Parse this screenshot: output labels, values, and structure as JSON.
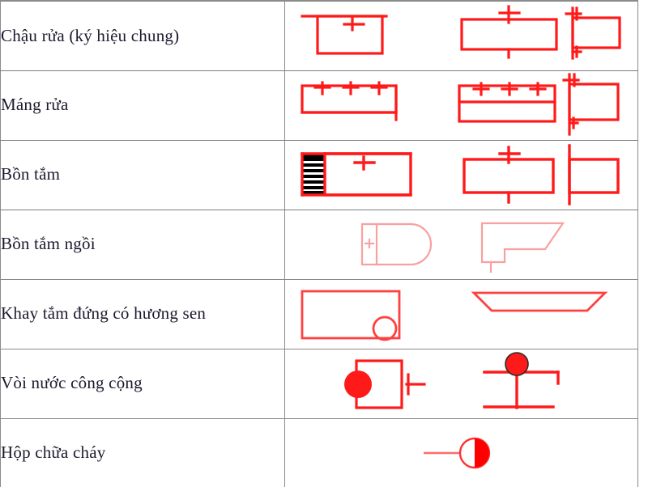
{
  "document": {
    "title": "Bảng ký hiệu thiết bị vệ sinh",
    "language": "vi",
    "colors": {
      "symbol_red": "#FF1A1A",
      "symbol_red_light": "#F9A0A0",
      "hatch_black": "#000000",
      "border_gray": "#8A8A8A",
      "text": "#1A1A2E",
      "background": "#FFFFFF"
    }
  },
  "table": {
    "column_count": 2,
    "row_count": 7,
    "rows": [
      {
        "index": 1,
        "label": "Chậu rửa (ký hiệu chung)",
        "symbol_name": "wash-basin-symbol",
        "views": [
          "plan",
          "elevation",
          "side"
        ],
        "description": "Ba hình chiếu hình chữ nhật màu đỏ với dấu cộng biểu thị vòi nước"
      },
      {
        "index": 2,
        "label": "Máng rửa",
        "symbol_name": "wash-trough-symbol",
        "views": [
          "plan",
          "elevation",
          "side"
        ],
        "description": "Hình chữ nhật dài với ba dấu cộng biểu thị ba vòi nước"
      },
      {
        "index": 3,
        "label": "Bồn tắm",
        "symbol_name": "bathtub-symbol",
        "views": [
          "plan",
          "elevation",
          "side"
        ],
        "description": "Hình chữ nhật có phần gạch sọc đen ở đầu trái, dấu cộng vòi nước"
      },
      {
        "index": 4,
        "label": "Bồn tắm ngồi",
        "symbol_name": "sitz-bath-symbol",
        "views": [
          "plan",
          "side"
        ],
        "description": "Mặt bằng bo tròn một đầu với dấu cộng, mặt cắt dạng vát nghiêng"
      },
      {
        "index": 5,
        "label": "Khay tắm đứng có hương sen",
        "symbol_name": "shower-tray-symbol",
        "views": [
          "plan",
          "side"
        ],
        "description": "Hình chữ nhật có vòng tròn thoát nước, mặt cắt hình thang"
      },
      {
        "index": 6,
        "label": "Vòi nước công cộng",
        "symbol_name": "public-tap-symbol",
        "views": [
          "plan",
          "elevation"
        ],
        "description": "Hình vuông với vòng tròn đặc, mặt đứng dạng chữ I với vòng tròn đặc trên đỉnh"
      },
      {
        "index": 7,
        "label": "Hộp chữa cháy",
        "symbol_name": "fire-hose-box-symbol",
        "views": [
          "plan"
        ],
        "description": "Vòng tròn nửa đặc nửa rỗng với đoạn thẳng nằm ngang"
      }
    ]
  }
}
